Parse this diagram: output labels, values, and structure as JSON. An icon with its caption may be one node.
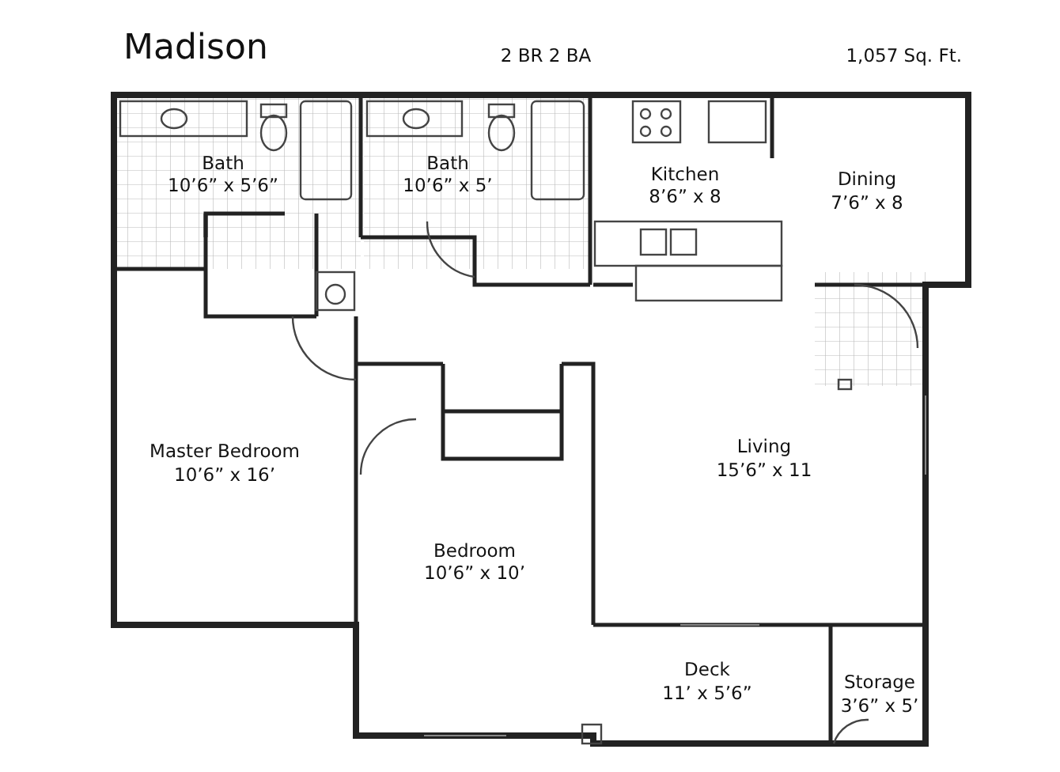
{
  "diagram": {
    "title": "Madison",
    "labels": [
      "2 BR 2 BA",
      "1,057 Sq. Ft.",
      "Bath",
      "10’6” x 5’6”",
      "Bath",
      "10’6” x 5’",
      "Kitchen",
      "8’6” x 8",
      "Dining",
      "7’6” x 8",
      "Master Bedroom",
      "10’6” x 16’",
      "Living",
      "15’6” x 11",
      "Bedroom",
      "10’6” x 10’",
      "Deck",
      "11’ x 5’6”",
      "Storage",
      "3’6” x 5’"
    ]
  }
}
